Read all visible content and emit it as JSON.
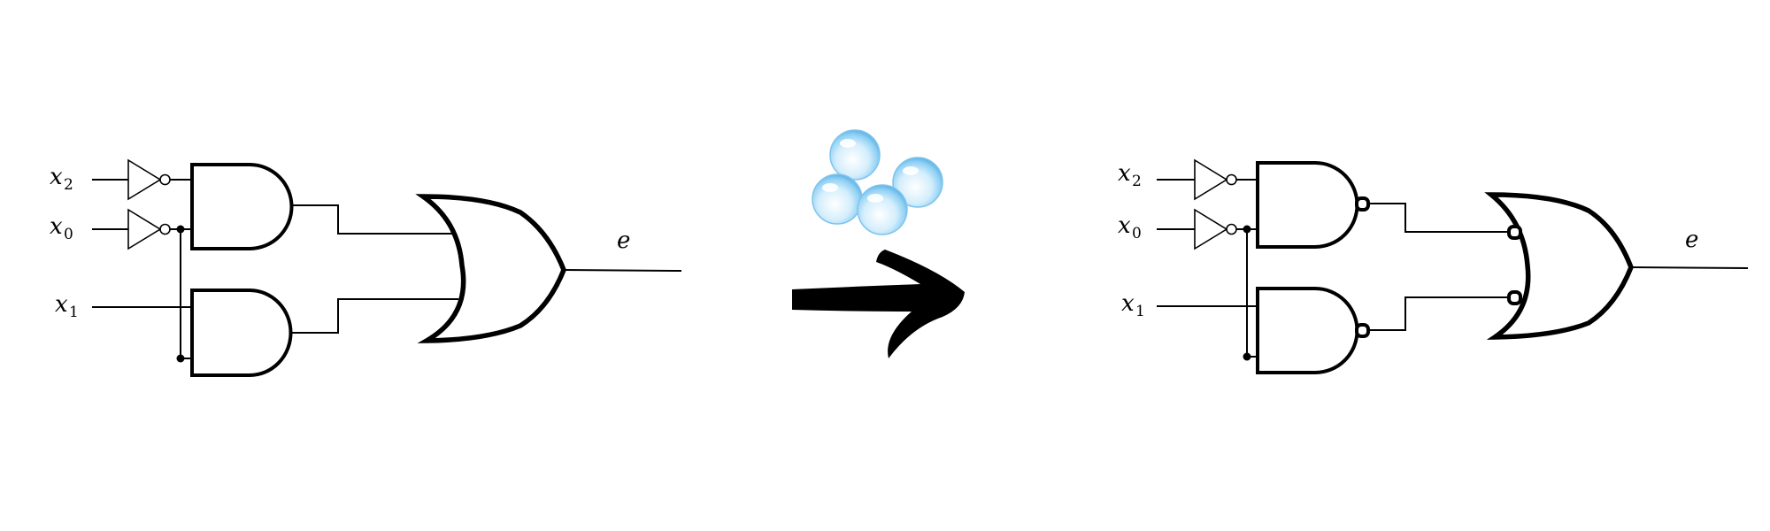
{
  "left_circuit": {
    "inputs": [
      {
        "var": "x",
        "sub": "2"
      },
      {
        "var": "x",
        "sub": "0"
      },
      {
        "var": "x",
        "sub": "1"
      }
    ],
    "output": "e",
    "gates": [
      "not",
      "not",
      "and",
      "and",
      "or"
    ]
  },
  "right_circuit": {
    "inputs": [
      {
        "var": "x",
        "sub": "2"
      },
      {
        "var": "x",
        "sub": "0"
      },
      {
        "var": "x",
        "sub": "1"
      }
    ],
    "output": "e",
    "gates": [
      "not",
      "not",
      "nand",
      "nand",
      "or-inverted-inputs"
    ]
  },
  "transition": {
    "icons": [
      "bubbles-icon",
      "arrow-icon"
    ],
    "colors": {
      "bubble": "#8fd0f4",
      "arrow": "#000000"
    }
  }
}
